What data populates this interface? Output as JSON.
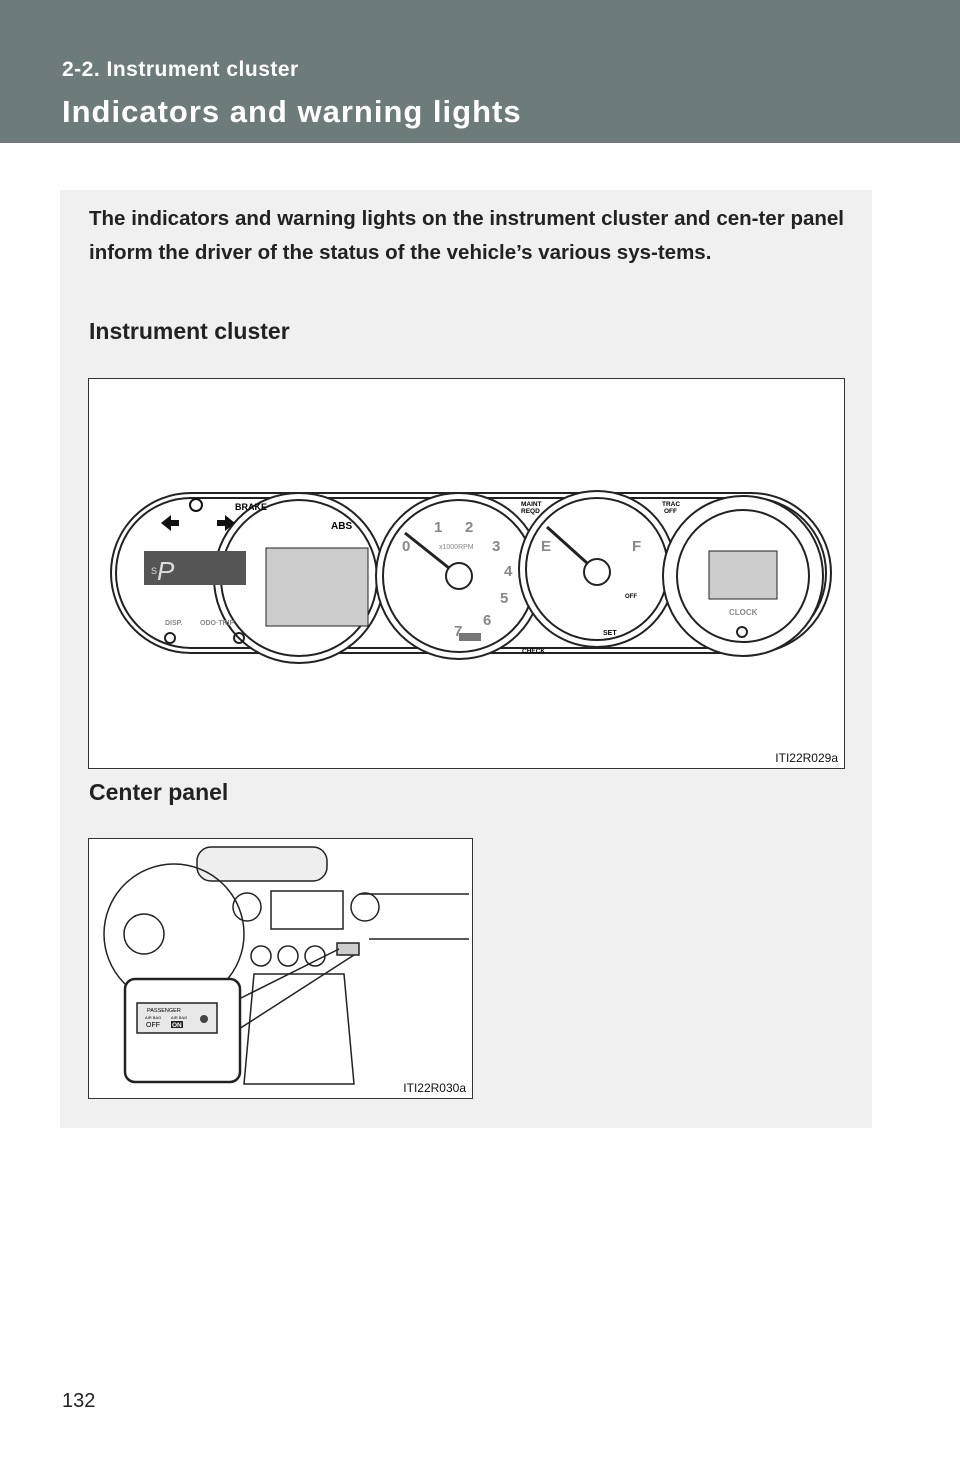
{
  "header": {
    "section": "2-2. Instrument cluster",
    "title": "Indicators and warning lights"
  },
  "intro": "The indicators and warning lights on the instrument cluster and cen-ter panel inform the driver of the status of the vehicle’s various sys-tems.",
  "instrument_cluster": {
    "heading": "Instrument cluster",
    "figure_code": "ITI22R029a",
    "labels": {
      "brake": "BRAKE",
      "abs": "ABS",
      "shift": "P",
      "shift_mode": "S",
      "disp": "DISP.",
      "odo_trip": "ODO·TRIP",
      "rpm_unit": "x1000RPM",
      "maint1": "MAINT",
      "maint2": "REQD",
      "check": "CHECK",
      "trac1": "TRAC",
      "trac2": "OFF",
      "vsc_off": "OFF",
      "set": "SET",
      "clock": "CLOCK",
      "fuel_e": "E",
      "fuel_f": "F"
    },
    "rpm_ticks": [
      "0",
      "1",
      "2",
      "3",
      "4",
      "5",
      "6",
      "7"
    ]
  },
  "center_panel": {
    "heading": "Center panel",
    "figure_code": "ITI22R030a",
    "labels": {
      "passenger": "PASSENGER",
      "airbag_off_top": "AIR BAG",
      "off": "OFF",
      "airbag_on_top": "AIR BAG",
      "on": "ON"
    }
  },
  "page_number": "132"
}
